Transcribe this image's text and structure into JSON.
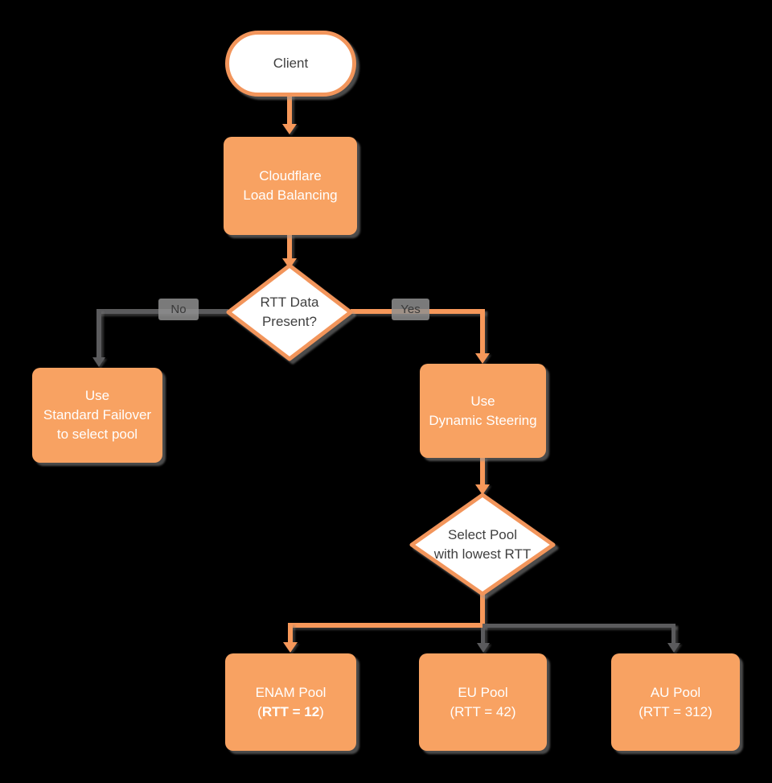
{
  "colors": {
    "orange": "#F8A262",
    "orange_line": "#F7985A",
    "orange_stroke": "#F2955B",
    "gray_line": "#5B5B5D",
    "bg": "#000000",
    "text_dark": "#3F3F3F",
    "text_light": "#FFFFFF",
    "label_bg": "#8F8F8F"
  },
  "nodes": {
    "client": {
      "label": "Client"
    },
    "load_balancing": {
      "line1": "Cloudflare",
      "line2": "Load Balancing"
    },
    "rtt_decision": {
      "line1": "RTT Data",
      "line2": "Present?"
    },
    "standard_failover": {
      "line1": "Use",
      "line2": "Standard Failover",
      "line3": "to select pool"
    },
    "dynamic_steering": {
      "line1": "Use",
      "line2": "Dynamic Steering"
    },
    "select_pool": {
      "line1": "Select Pool",
      "line2": "with lowest RTT"
    },
    "enam_pool": {
      "line1": "ENAM Pool",
      "rtt_prefix": "(",
      "rtt_value": "RTT = 12",
      "rtt_suffix": ")"
    },
    "eu_pool": {
      "line1": "EU Pool",
      "line2": "(RTT = 42)"
    },
    "au_pool": {
      "line1": "AU Pool",
      "line2": "(RTT = 312)"
    }
  },
  "edge_labels": {
    "no": "No",
    "yes": "Yes"
  }
}
